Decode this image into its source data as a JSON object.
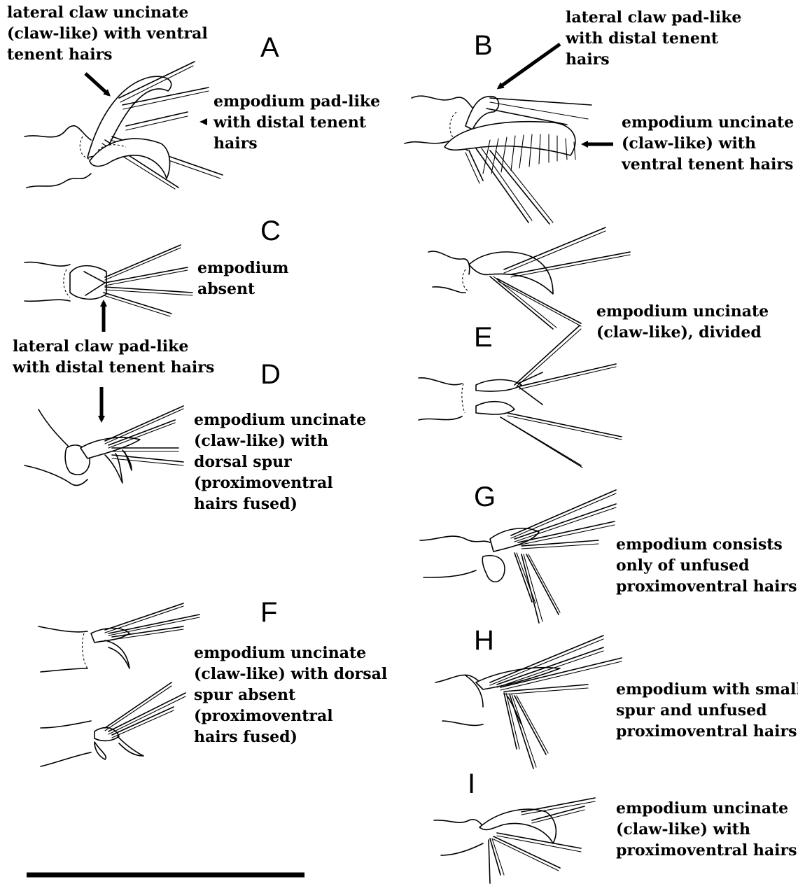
{
  "panels": {
    "A": {
      "label": "A",
      "annotations": [
        "lateral claw uncinate\n(claw-like) with ventral\ntenent hairs",
        "empodium pad-like\nwith distal tenent\nhairs"
      ]
    },
    "B": {
      "label": "B",
      "annotations": [
        "lateral claw pad-like\nwith distal tenent\nhairs",
        "empodium uncinate\n(claw-like) with\nventral tenent hairs"
      ]
    },
    "C": {
      "label": "C",
      "annotations": [
        "empodium\nabsent",
        "lateral claw pad-like\nwith distal tenent hairs"
      ]
    },
    "D": {
      "label": "D",
      "annotations": [
        "empodium uncinate\n(claw-like) with\ndorsal spur\n(proximoventral\nhairs fused)"
      ]
    },
    "E": {
      "label": "E",
      "annotations": [
        "empodium uncinate\n(claw-like), divided"
      ]
    },
    "F": {
      "label": "F",
      "annotations": [
        "empodium uncinate\n(claw-like) with dorsal\nspur absent\n(proximoventral\nhairs fused)"
      ]
    },
    "G": {
      "label": "G",
      "annotations": [
        "empodium consists\nonly of unfused\nproximoventral hairs"
      ]
    },
    "H": {
      "label": "H",
      "annotations": [
        "empodium with small\nspur and unfused\nproximoventral hairs"
      ]
    },
    "I": {
      "label": "I",
      "annotations": [
        "empodium uncinate\n(claw-like) with\nproximoventral hairs"
      ]
    }
  },
  "scale_bar": {
    "icon": "scale-bar"
  }
}
